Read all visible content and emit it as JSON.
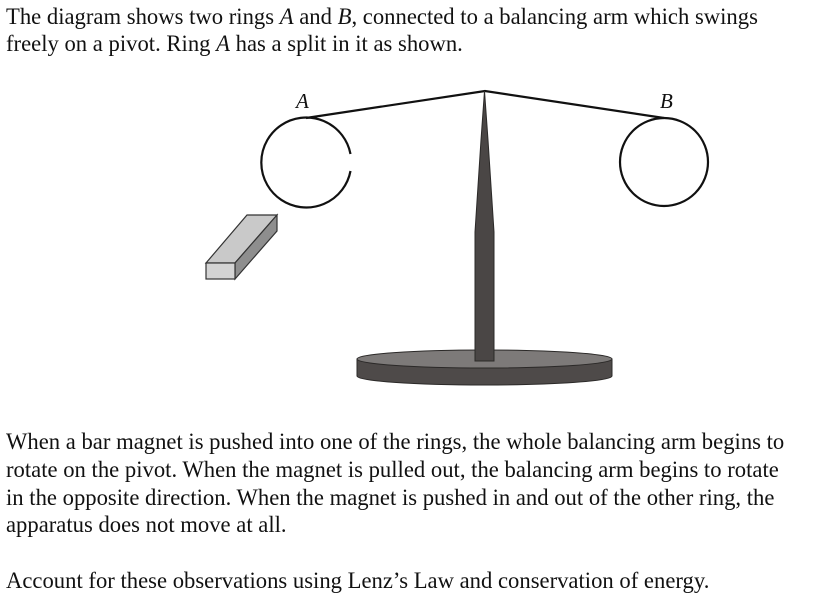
{
  "intro": {
    "line1_pre": "The diagram shows two rings ",
    "ring_a": "A",
    "line1_mid": " and ",
    "ring_b": "B",
    "line1_post": ", connected to a balancing arm which swings",
    "line2_pre": "freely on a pivot. Ring ",
    "line2_post": " has a split in it as shown."
  },
  "diagram": {
    "label_a": "A",
    "label_b": "B",
    "colors": {
      "stand": "#4a4645",
      "base_top": "#7d7a79",
      "magnet_top": "#c9c9c9",
      "magnet_side": "#8e8e8e",
      "magnet_front": "#d4d4d4"
    }
  },
  "body": {
    "lines": [
      "When a bar magnet is pushed into one of the rings, the whole balancing arm begins to",
      "rotate on the pivot. When the magnet is pulled out, the balancing arm begins to rotate",
      "in the opposite direction. When the magnet is pushed in and out of the other ring, the",
      "apparatus does not move at all."
    ]
  },
  "question": "Account for these observations using Lenz’s Law and conservation of energy."
}
